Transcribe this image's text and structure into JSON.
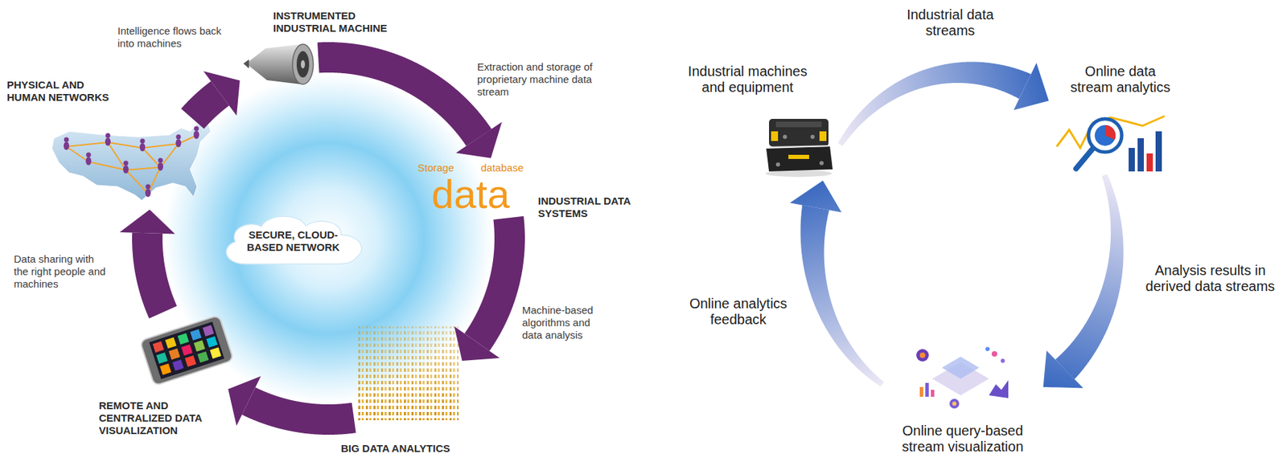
{
  "diagram": {
    "nodes": [
      {
        "text": [
          "INSTRUMENTED INDUSTRIAL MACHINE"
        ]
      },
      {
        "text": [
          "Storage",
          "database",
          "data",
          "INDUSTRIAL DATA SYSTEMS"
        ]
      },
      {
        "text": [
          "BIG DATA ANALYTICS"
        ]
      },
      {
        "text": [
          "REMOTE AND CENTRALIZED DATA VISUALIZATION"
        ]
      },
      {
        "text": [
          "PHYSICAL AND HUMAN NETWORKS"
        ]
      },
      {
        "text": [
          "SECURE, CLOUD-BASED NETWORK"
        ]
      },
      {
        "text": [
          "Industrial machines and equipment"
        ]
      },
      {
        "text": [
          "Online data stream analytics"
        ]
      },
      {
        "text": [
          "Online query-based stream visualization"
        ]
      }
    ],
    "edges": [
      {
        "from": 0,
        "to": 1,
        "label": "Extraction and storage of proprietary machine data stream",
        "arrow": "to"
      },
      {
        "from": 1,
        "to": 2,
        "label": "Machine-based algorithms and data analysis",
        "arrow": "to"
      },
      {
        "from": 2,
        "to": 3,
        "arrow": "to"
      },
      {
        "from": 3,
        "to": 4,
        "label": "Data sharing with the right people and machines",
        "arrow": "to"
      },
      {
        "from": 4,
        "to": 0,
        "label": "Intelligence flows back into machines",
        "arrow": "to"
      },
      {
        "from": 6,
        "to": 7,
        "label": "Industrial data streams",
        "arrow": "to"
      },
      {
        "from": 7,
        "to": 8,
        "label": "Analysis results in derived data streams",
        "arrow": "to"
      },
      {
        "from": 8,
        "to": 6,
        "label": "Online analytics feedback",
        "arrow": "to"
      }
    ]
  }
}
